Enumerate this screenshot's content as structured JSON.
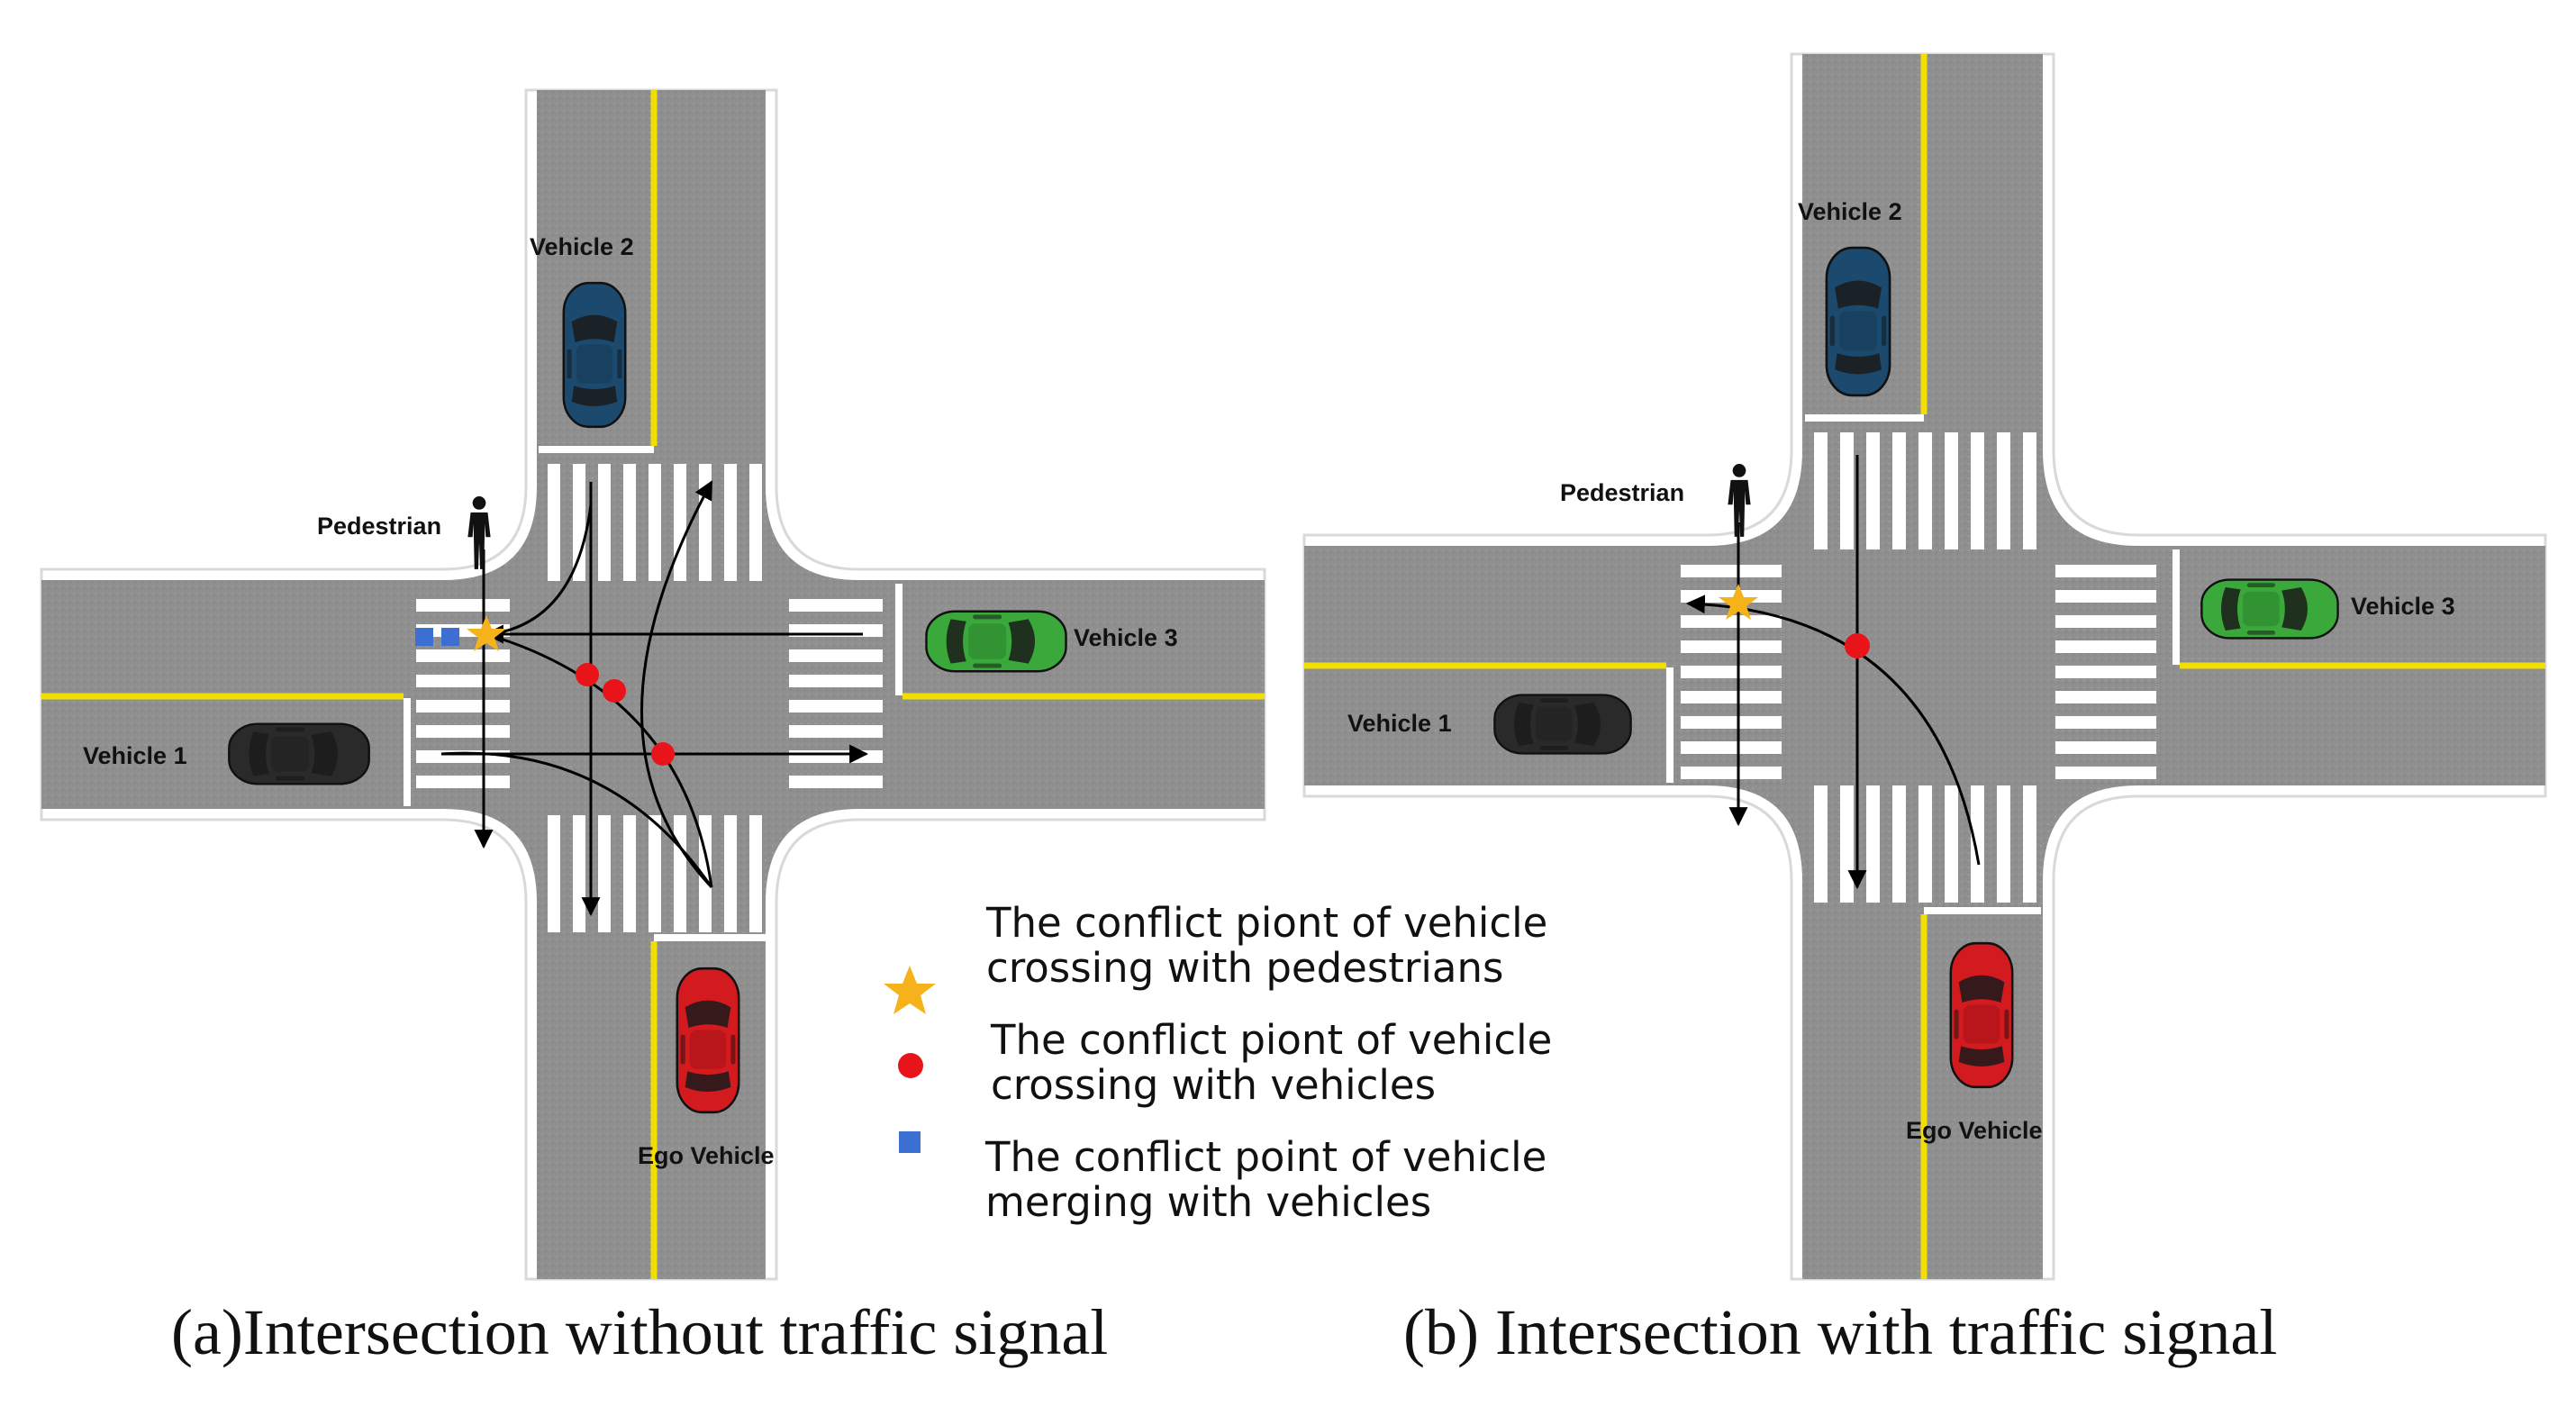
{
  "panel_a": {
    "vehicle1": "Vehicle 1",
    "vehicle2": "Vehicle 2",
    "vehicle3": "Vehicle 3",
    "ego": "Ego Vehicle",
    "pedestrian": "Pedestrian",
    "caption": "(a)Intersection without traffic signal"
  },
  "panel_b": {
    "vehicle1": "Vehicle 1",
    "vehicle2": "Vehicle 2",
    "vehicle3": "Vehicle 3",
    "ego": "Ego Vehicle",
    "pedestrian": "Pedestrian",
    "caption": "(b) Intersection with traffic signal"
  },
  "legend": [
    {
      "symbol": "star",
      "color": "#f5b21b",
      "line1": "The conflict piont of vehicle",
      "line2": "crossing with pedestrians"
    },
    {
      "symbol": "circle",
      "color": "#e8141a",
      "line1": "The conflict piont of vehicle",
      "line2": "crossing with vehicles"
    },
    {
      "symbol": "square",
      "color": "#3b6fd1",
      "line1": "The conflict point of vehicle",
      "line2": "merging with vehicles"
    }
  ],
  "colors": {
    "road": "#8e8e8e",
    "yellow_line": "#f2df00",
    "vehicle1": "#2a2a2a",
    "vehicle2": "#1c4a6e",
    "vehicle3": "#3aa83a",
    "ego": "#d21a1f"
  }
}
